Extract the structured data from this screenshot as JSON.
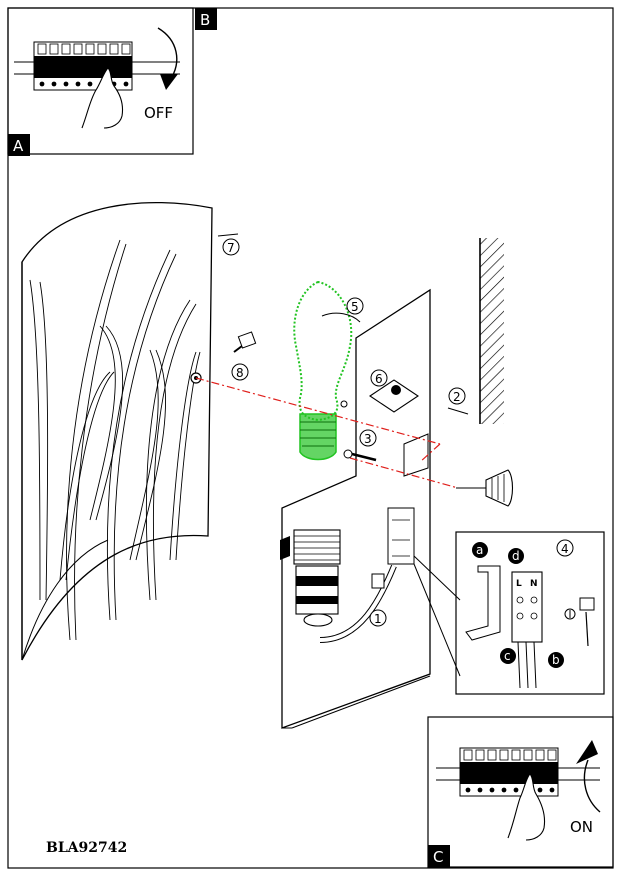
{
  "panels": {
    "a_label": "A",
    "b_label": "B",
    "c_label": "C"
  },
  "switch_states": {
    "off_text": "OFF",
    "on_text": "ON"
  },
  "steps": {
    "s1": "1",
    "s2": "2",
    "s3": "3",
    "s4": "4",
    "s5": "5",
    "s6": "6",
    "s7": "7",
    "s8": "8"
  },
  "wiring": {
    "a": "a",
    "b": "b",
    "c": "c",
    "d": "d",
    "terminal_l": "L",
    "terminal_n": "N"
  },
  "model_code": "BLA92742",
  "colors": {
    "line": "#000000",
    "bulb": "#22c322",
    "guide": "#e0201c"
  }
}
